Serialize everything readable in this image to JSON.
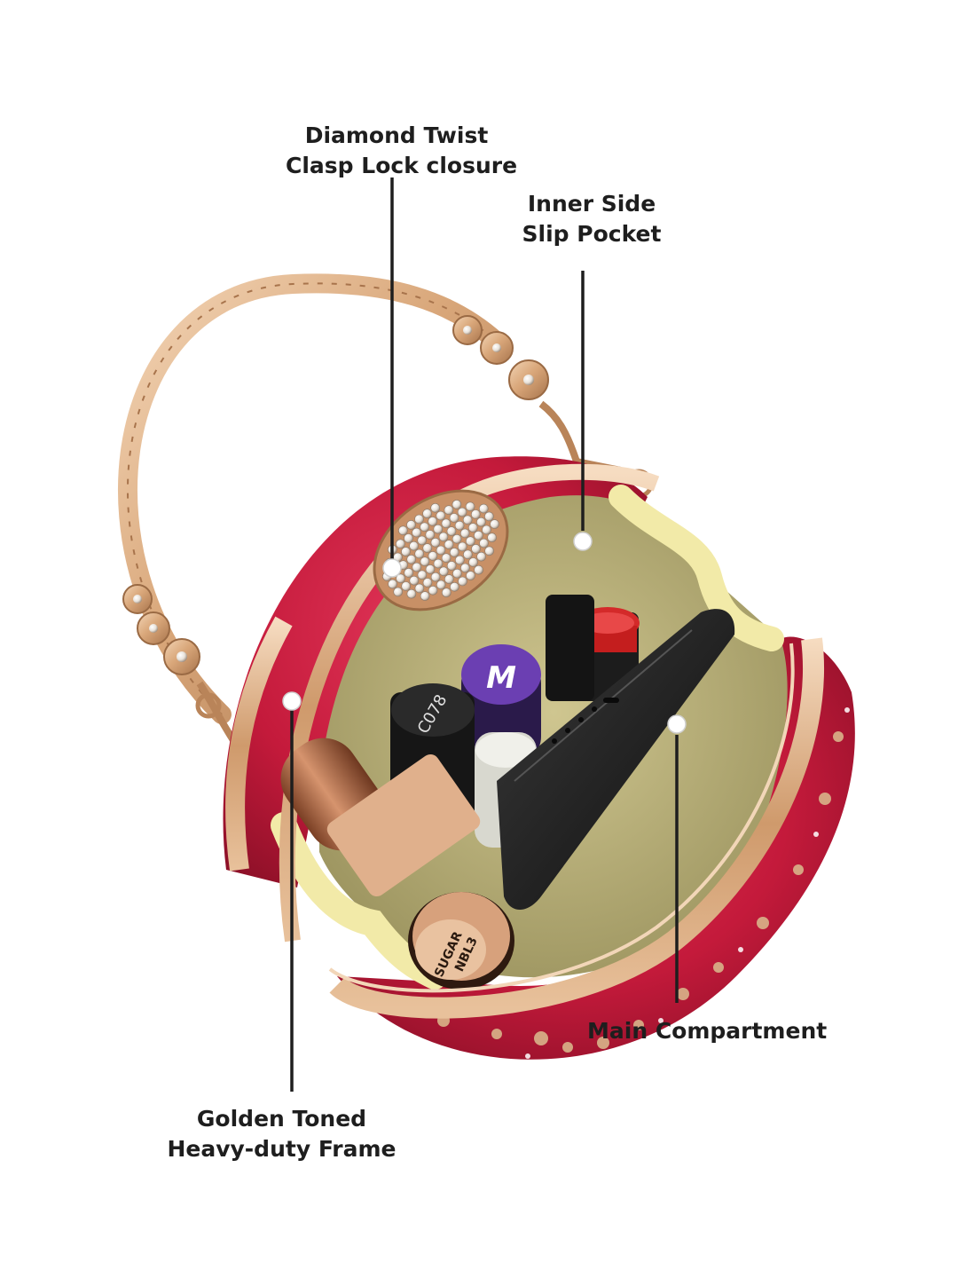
{
  "image": {
    "subject": "Red velvet evening clutch bag with golden frame, opened to show contents",
    "background_color": "#ffffff"
  },
  "callouts": [
    {
      "id": "clasp",
      "line1": "Diamond Twist",
      "line2": "Clasp Lock closure"
    },
    {
      "id": "pocket",
      "line1": "Inner Side",
      "line2": "Slip Pocket"
    },
    {
      "id": "main",
      "line1": "Main Compartment",
      "line2": ""
    },
    {
      "id": "frame",
      "line1": "Golden Toned",
      "line2": "Heavy-duty Frame"
    }
  ],
  "product_text": {
    "lipstick_code": "C078",
    "compact_brand": "SUGAR",
    "compact_code": "NBL3",
    "tube_logo": "M"
  },
  "colors": {
    "velvet_red": "#c41a3b",
    "gold_frame": "#d9a77a",
    "lining_yellow": "#e9e2a6",
    "label_text": "#1e1e1e",
    "leader_line": "#1e1e1e"
  }
}
